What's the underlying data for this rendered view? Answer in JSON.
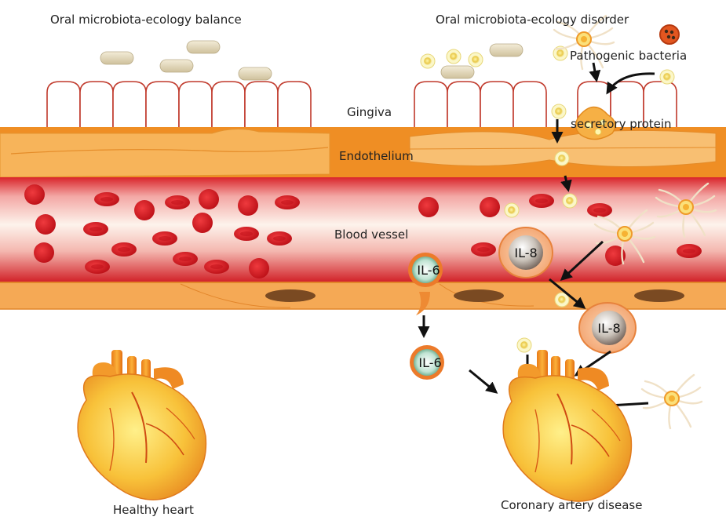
{
  "labels": {
    "balance_title": "Oral microbiota-ecology balance",
    "disorder_title": "Oral microbiota-ecology disorder",
    "pathogenic": "Pathogenic bacteria",
    "gingiva": "Gingiva",
    "secretory": "secretory protein",
    "endothelium": "Endothelium",
    "blood_vessel": "Blood vessel",
    "healthy_heart": "Healthy heart",
    "cad": "Coronary artery disease"
  },
  "cytokines": {
    "il6": "IL-6",
    "il8": "IL-8"
  },
  "colors": {
    "tissue": "#f6b55a",
    "endothelium_band": "#ee8c22",
    "rbc": "#d8141b",
    "vessel_wall": "#f5a955",
    "bacteria": "#f3ea7a",
    "heart": "#f7b733"
  }
}
